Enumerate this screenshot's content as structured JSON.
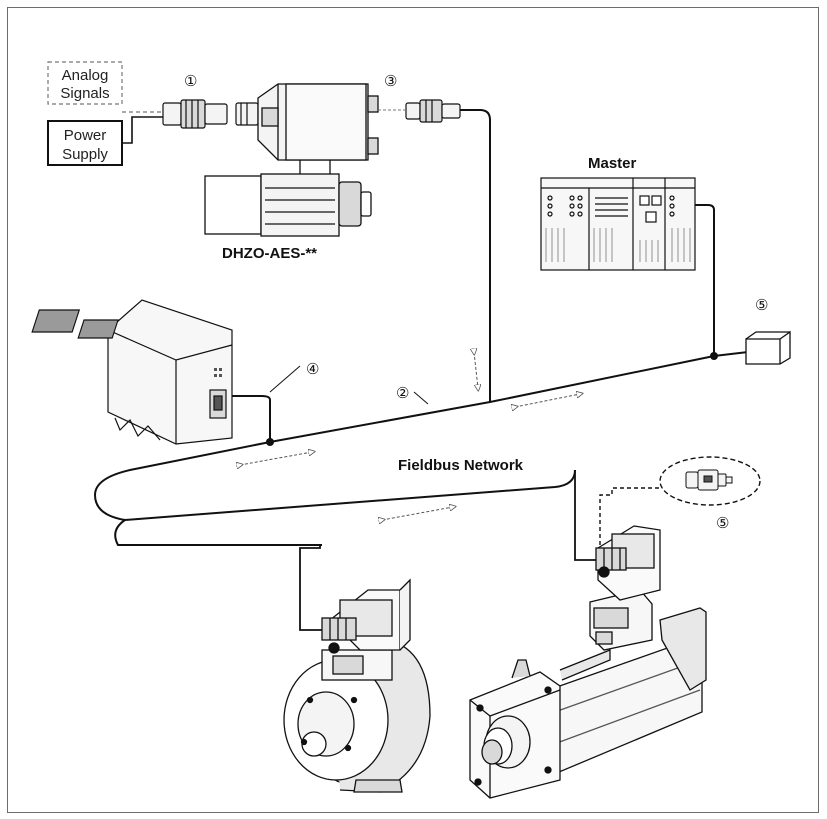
{
  "labels": {
    "analog_signals_line1": "Analog",
    "analog_signals_line2": "Signals",
    "power_supply_line1": "Power",
    "power_supply_line2": "Supply",
    "valve_model": "DHZO-AES-**",
    "master": "Master",
    "network": "Fieldbus Network"
  },
  "markers": {
    "m1": "①",
    "m2": "②",
    "m3": "③",
    "m4": "④",
    "m5a": "⑤",
    "m5b": "⑤"
  },
  "colors": {
    "ink": "#111111",
    "line_gray": "#6d6d6d",
    "fill_light": "#f4f4f4",
    "fill_mid": "#d9d9d9",
    "fill_dark": "#9a9a9a"
  }
}
